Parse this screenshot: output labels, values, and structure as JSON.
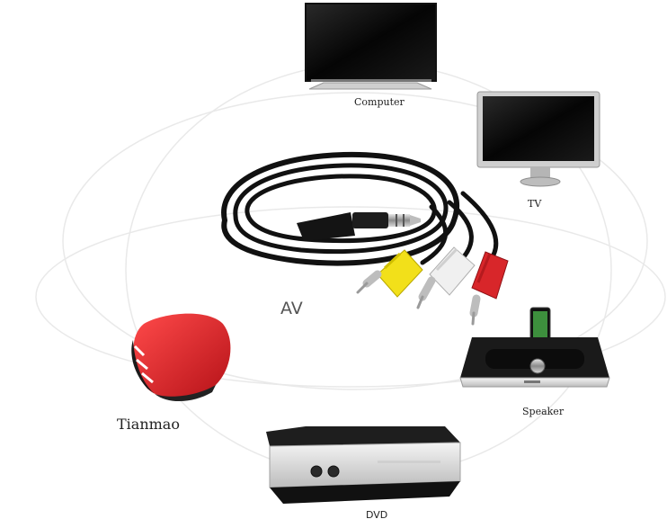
{
  "labels": {
    "computer": "Computer",
    "tv": "TV",
    "av": "AV",
    "tianmao": "Tianmao",
    "speaker": "Speaker",
    "dvd": "DVD"
  },
  "colors": {
    "plug_yellow": "#f2e01a",
    "plug_white": "#f0f0f0",
    "plug_red": "#d8262a",
    "box_red": "#e3262c",
    "cable": "#111111"
  },
  "icons": {
    "computer": "flat-monitor-icon",
    "tv": "desktop-monitor-icon",
    "speaker": "dock-speaker-icon",
    "tianmao": "tv-box-icon",
    "dvd": "dvd-player-icon",
    "cable": "av-rca-cable"
  }
}
